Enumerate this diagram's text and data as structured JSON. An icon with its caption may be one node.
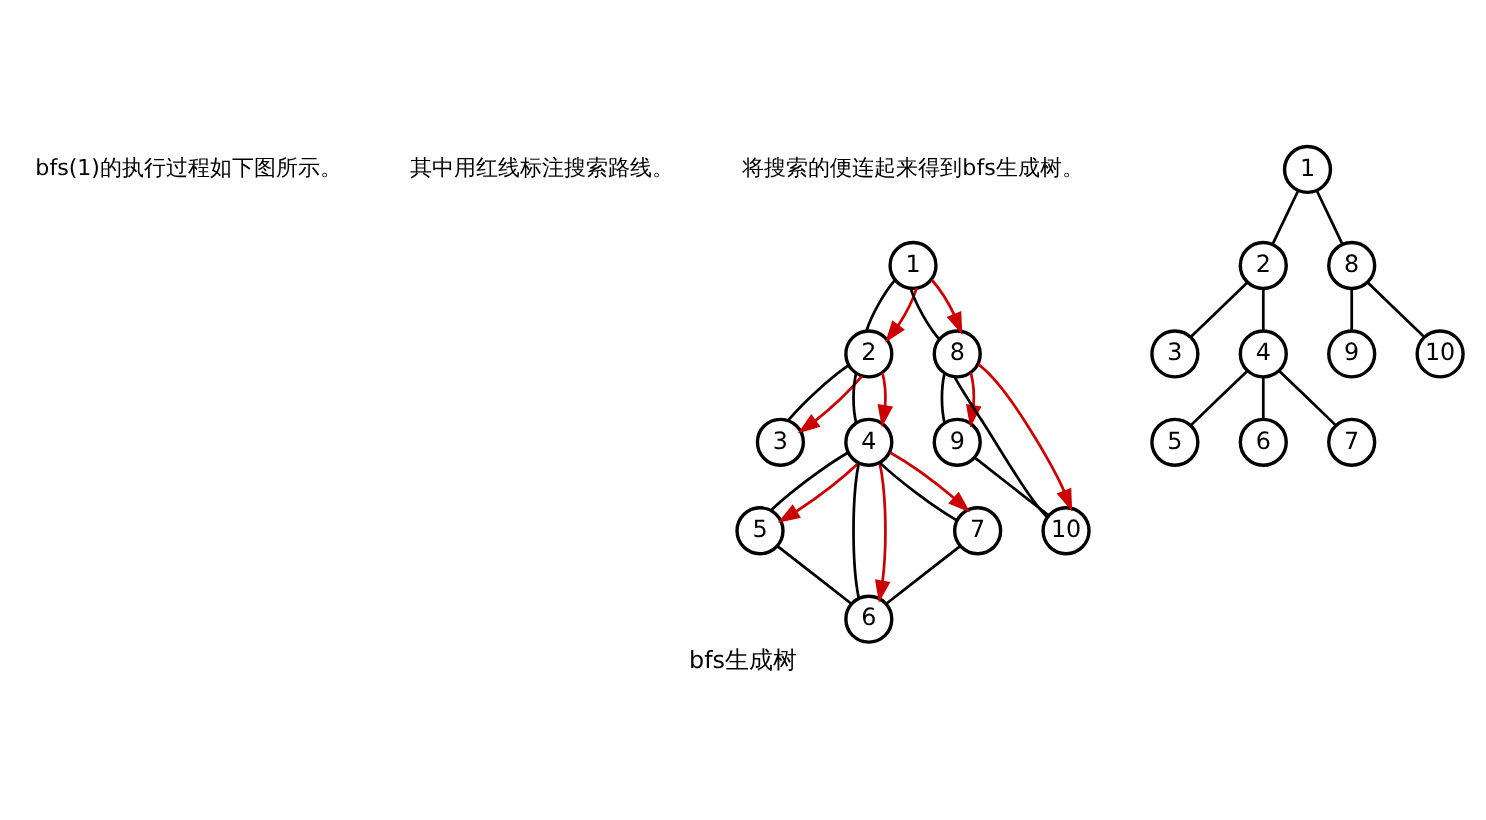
{
  "diagram": {
    "caption": "bfs生成树",
    "nodes": [
      {
        "text": [
          "1"
        ]
      },
      {
        "text": [
          "2"
        ]
      },
      {
        "text": [
          "3"
        ]
      },
      {
        "text": [
          "4"
        ]
      },
      {
        "text": [
          "5"
        ]
      },
      {
        "text": [
          "6"
        ]
      },
      {
        "text": [
          "7"
        ]
      },
      {
        "text": [
          "8"
        ]
      },
      {
        "text": [
          "9"
        ]
      },
      {
        "text": [
          "10"
        ]
      },
      {
        "text": [
          "1"
        ]
      },
      {
        "text": [
          "2"
        ]
      },
      {
        "text": [
          "3"
        ]
      },
      {
        "text": [
          "4"
        ]
      },
      {
        "text": [
          "5"
        ]
      },
      {
        "text": [
          "6"
        ]
      },
      {
        "text": [
          "7"
        ]
      },
      {
        "text": [
          "8"
        ]
      },
      {
        "text": [
          "9"
        ]
      },
      {
        "text": [
          "10"
        ]
      }
    ],
    "edges": [
      {
        "from": 0,
        "to": 1,
        "arrow": "none"
      },
      {
        "from": 0,
        "to": 7,
        "arrow": "none"
      },
      {
        "from": 1,
        "to": 2,
        "arrow": "none"
      },
      {
        "from": 1,
        "to": 3,
        "arrow": "none"
      },
      {
        "from": 3,
        "to": 6,
        "arrow": "none"
      },
      {
        "from": 3,
        "to": 4,
        "arrow": "none"
      },
      {
        "from": 3,
        "to": 5,
        "arrow": "none"
      },
      {
        "from": 4,
        "to": 5,
        "arrow": "none"
      },
      {
        "from": 6,
        "to": 5,
        "arrow": "none"
      },
      {
        "from": 7,
        "to": 8,
        "arrow": "none"
      },
      {
        "from": 7,
        "to": 9,
        "arrow": "none"
      },
      {
        "from": 8,
        "to": 9,
        "arrow": "none"
      },
      {
        "from": 0,
        "to": 1,
        "arrow": "to",
        "color": "#cc0000"
      },
      {
        "from": 0,
        "to": 7,
        "arrow": "to",
        "color": "#cc0000"
      },
      {
        "from": 1,
        "to": 2,
        "arrow": "to",
        "color": "#cc0000"
      },
      {
        "from": 1,
        "to": 3,
        "arrow": "to",
        "color": "#cc0000"
      },
      {
        "from": 3,
        "to": 6,
        "arrow": "to",
        "color": "#cc0000"
      },
      {
        "from": 3,
        "to": 4,
        "arrow": "to",
        "color": "#cc0000"
      },
      {
        "from": 3,
        "to": 5,
        "arrow": "to",
        "color": "#cc0000"
      },
      {
        "from": 7,
        "to": 8,
        "arrow": "to",
        "color": "#cc0000"
      },
      {
        "from": 7,
        "to": 9,
        "arrow": "to",
        "color": "#cc0000"
      },
      {
        "from": 10,
        "to": 11,
        "arrow": "none"
      },
      {
        "from": 10,
        "to": 17,
        "arrow": "none"
      },
      {
        "from": 11,
        "to": 12,
        "arrow": "none"
      },
      {
        "from": 11,
        "to": 13,
        "arrow": "none"
      },
      {
        "from": 13,
        "to": 16,
        "arrow": "none"
      },
      {
        "from": 13,
        "to": 14,
        "arrow": "none"
      },
      {
        "from": 13,
        "to": 15,
        "arrow": "none"
      },
      {
        "from": 17,
        "to": 18,
        "arrow": "none"
      },
      {
        "from": 17,
        "to": 19,
        "arrow": "none"
      }
    ],
    "labels": [
      "bfs(1)的执行过程如下图所示。",
      "其中用红线标注搜索路线。",
      "将搜索的便连起来得到bfs生成树。"
    ]
  }
}
